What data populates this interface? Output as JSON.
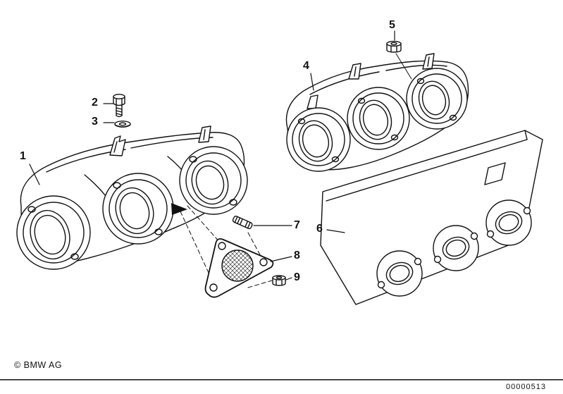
{
  "diagram": {
    "callouts": [
      {
        "label": "1"
      },
      {
        "label": "2"
      },
      {
        "label": "3"
      },
      {
        "label": "4"
      },
      {
        "label": "5"
      },
      {
        "label": "6"
      },
      {
        "label": "7"
      },
      {
        "label": "8"
      },
      {
        "label": "9"
      }
    ],
    "footer": {
      "copyright": "© BMW AG",
      "doc_number": "00000513"
    },
    "colors": {
      "line": "#111111",
      "background": "#ffffff"
    }
  }
}
